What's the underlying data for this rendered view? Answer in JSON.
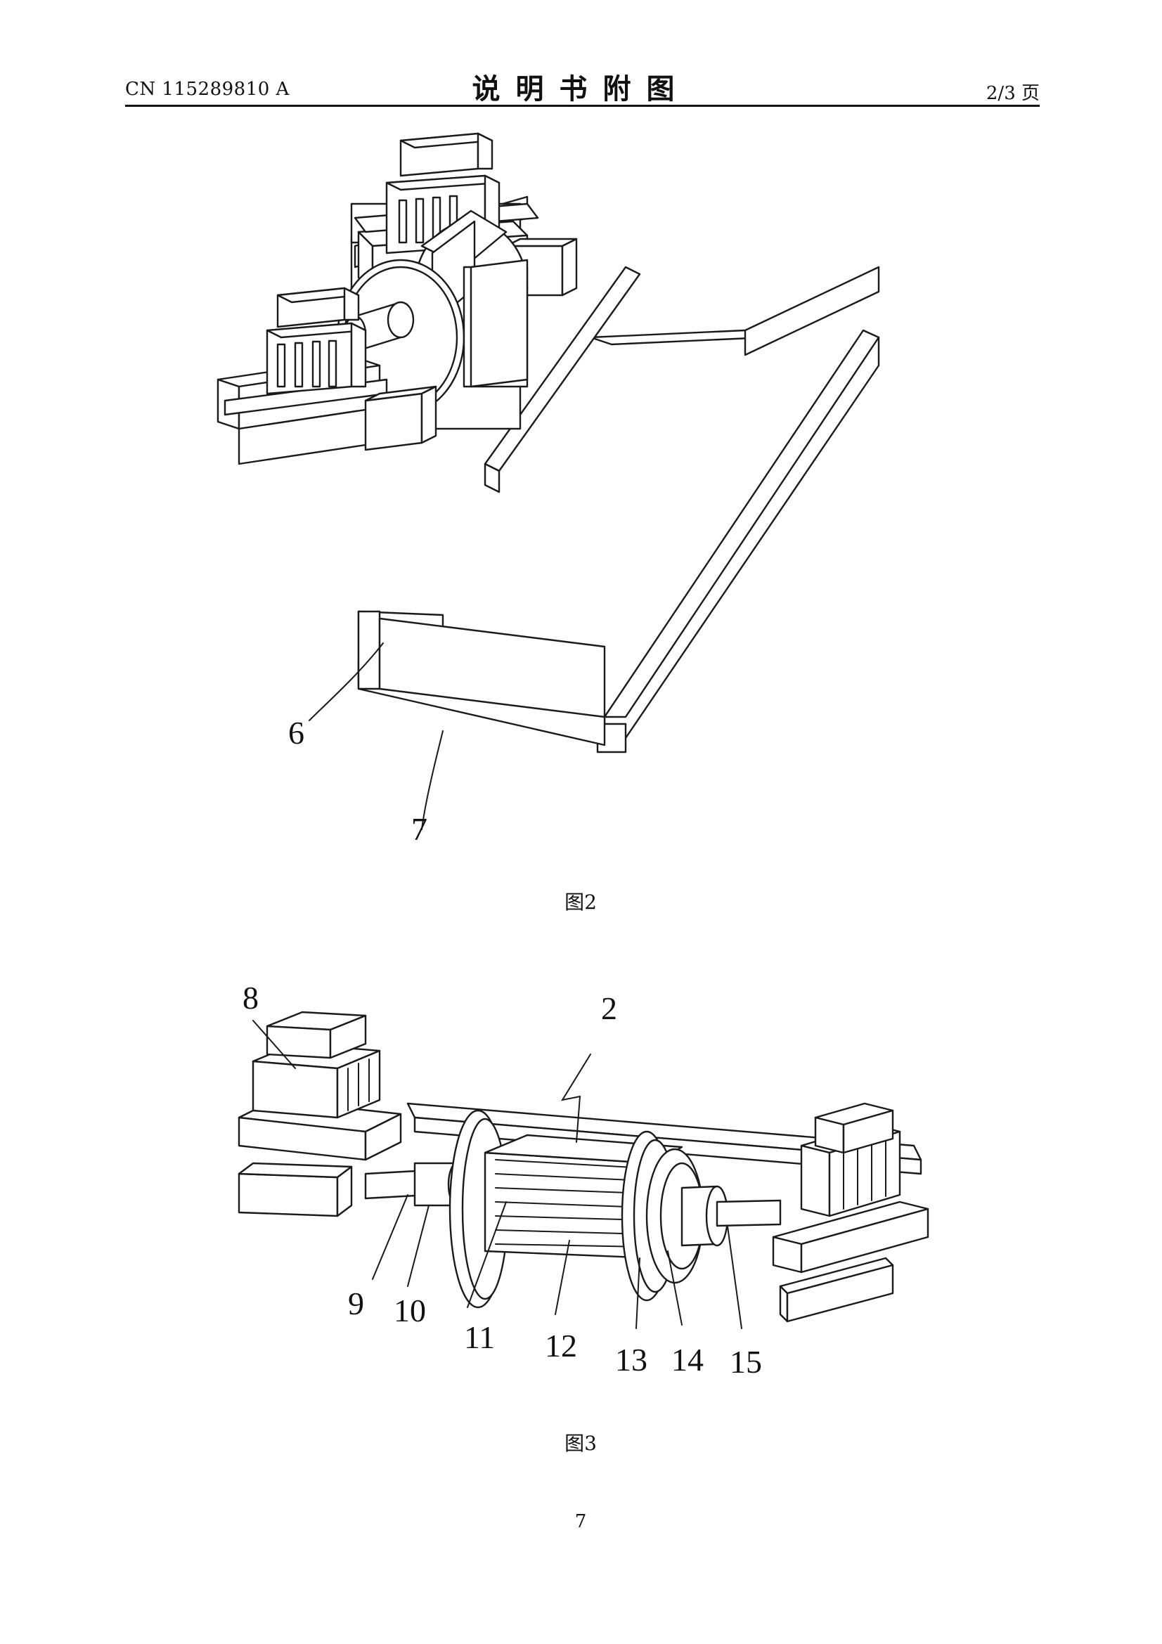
{
  "header": {
    "doc_number": "CN 115289810 A",
    "section_title": "说明书附图",
    "page_indicator": "2/3 页"
  },
  "figure2": {
    "caption": "图2",
    "labels": [
      "6",
      "7"
    ]
  },
  "figure3": {
    "caption": "图3",
    "labels": [
      "8",
      "2",
      "9",
      "10",
      "11",
      "12",
      "13",
      "14",
      "15"
    ]
  },
  "footer": {
    "page_number": "7"
  }
}
